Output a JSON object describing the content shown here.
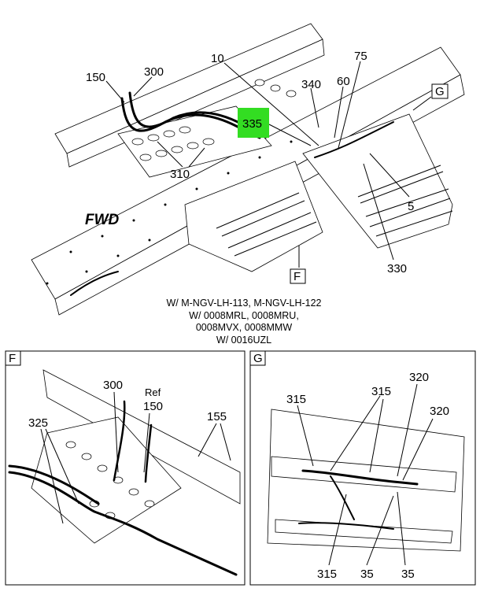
{
  "main": {
    "callouts": {
      "c10": "10",
      "c75": "75",
      "c150": "150",
      "c300": "300",
      "c340": "340",
      "c60": "60",
      "c335": "335",
      "c310": "310",
      "c5": "5",
      "c330": "330",
      "boxG": "G",
      "boxF": "F",
      "fwd": "FWD"
    },
    "highlight_color": "#33dd22",
    "note_lines": [
      "W/ M-NGV-LH-113, M-NGV-LH-122",
      "W/ 0008MRL, 0008MRU,",
      "0008MVX, 0008MMW",
      "W/ 0016UZL"
    ]
  },
  "detail_f": {
    "label": "F",
    "callouts": {
      "c300": "300",
      "ref": "Ref",
      "c150": "150",
      "c155": "155",
      "c325": "325"
    }
  },
  "detail_g": {
    "label": "G",
    "callouts": {
      "c315a": "315",
      "c315b": "315",
      "c315c": "315",
      "c320a": "320",
      "c320b": "320",
      "c35a": "35",
      "c35b": "35"
    }
  }
}
